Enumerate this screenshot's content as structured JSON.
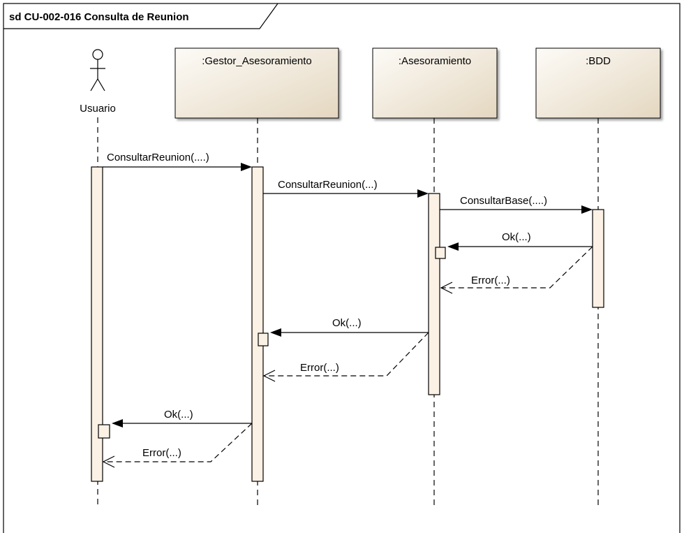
{
  "frame": {
    "title": "sd CU-002-016 Consulta de Reunion"
  },
  "actor": {
    "name": "Usuario"
  },
  "lifelines": [
    {
      "name": ":Gestor_Asesoramiento"
    },
    {
      "name": ":Asesoramiento"
    },
    {
      "name": ":BDD"
    }
  ],
  "messages": [
    {
      "label": "ConsultarReunion(....)",
      "from": "Usuario",
      "to": ":Gestor_Asesoramiento",
      "kind": "sync"
    },
    {
      "label": "ConsultarReunion(...)",
      "from": ":Gestor_Asesoramiento",
      "to": ":Asesoramiento",
      "kind": "sync"
    },
    {
      "label": "ConsultarBase(....)",
      "from": ":Asesoramiento",
      "to": ":BDD",
      "kind": "sync"
    },
    {
      "label": "Ok(...)",
      "from": ":BDD",
      "to": ":Asesoramiento",
      "kind": "sync"
    },
    {
      "label": "Error(...)",
      "from": ":BDD",
      "to": ":Asesoramiento",
      "kind": "return"
    },
    {
      "label": "Ok(...)",
      "from": ":Asesoramiento",
      "to": ":Gestor_Asesoramiento",
      "kind": "sync"
    },
    {
      "label": "Error(...)",
      "from": ":Asesoramiento",
      "to": ":Gestor_Asesoramiento",
      "kind": "return"
    },
    {
      "label": "Ok(...)",
      "from": ":Gestor_Asesoramiento",
      "to": "Usuario",
      "kind": "sync"
    },
    {
      "label": "Error(...)",
      "from": ":Gestor_Asesoramiento",
      "to": "Usuario",
      "kind": "return"
    }
  ],
  "colors": {
    "lifeline_box_light": "#fdfbf7",
    "lifeline_box_dark": "#e4d7c0",
    "activation_fill": "#fbf1e4"
  }
}
